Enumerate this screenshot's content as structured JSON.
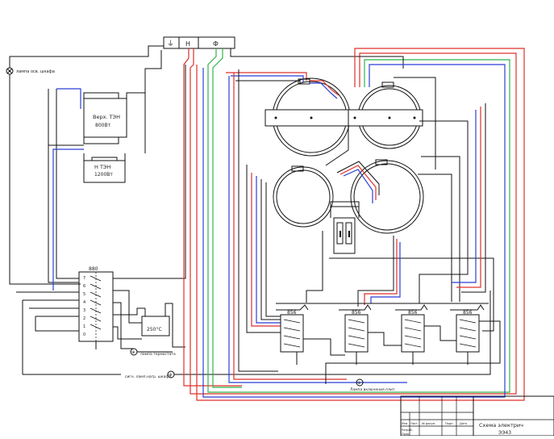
{
  "supply": {
    "earth_symbol": "⏚",
    "neutral": "Н",
    "phase": "Ф"
  },
  "lamp_label": "лампа осв. шкафа",
  "heater_top": {
    "line1": "Верх. ТЭН",
    "line2": "800Вт"
  },
  "heater_bottom": {
    "line1": "Н ТЭН",
    "line2": "1200Вт"
  },
  "oven_switch": {
    "label": "880",
    "positions": [
      "7",
      "6",
      "5",
      "4",
      "3",
      "2",
      "1",
      "0"
    ]
  },
  "thermostat": {
    "label": "250°С"
  },
  "thermostat_lamp_label": "лампа термостата",
  "oven_lamp_label": "сигн. ламп.нагр. шкафа",
  "hob_lamp_label": "Лампа включения плит",
  "burner_switches": {
    "labels": [
      "856",
      "856",
      "856",
      "856"
    ]
  },
  "title_block": {
    "line1": "Схема электрич",
    "line2": "ЭЭ43",
    "headers": [
      "Изм.",
      "Лист",
      "№ докум.",
      "Подп.",
      "Дата"
    ],
    "rows": [
      "Разраб.",
      "Пров."
    ]
  },
  "colors": {
    "wire_red": "#e0302a",
    "wire_green": "#2fb34a",
    "wire_blue": "#2b3fd6",
    "wire_black": "#111111"
  }
}
